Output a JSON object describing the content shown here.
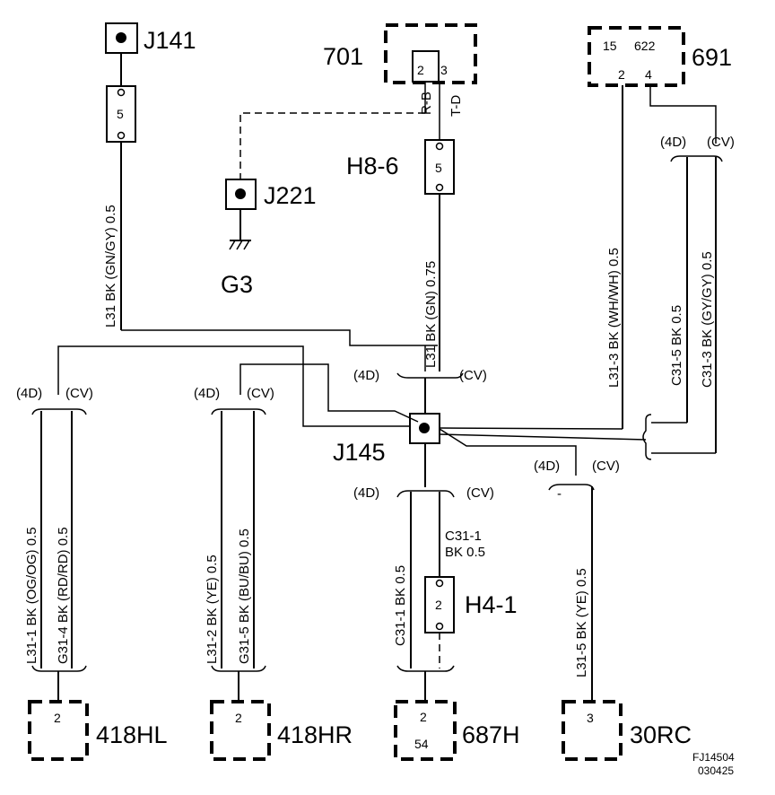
{
  "components": {
    "j141": "J141",
    "c701": "701",
    "c691": "691",
    "h8_6": "H8-6",
    "j221": "J221",
    "g3": "G3",
    "j145": "J145",
    "h4_1": "H4-1",
    "c418hl": "418HL",
    "c418hr": "418HR",
    "c687h": "687H",
    "c30rc": "30RC"
  },
  "pins": {
    "c701_a": "2",
    "c701_b": "3",
    "c691_a": "15",
    "c691_b": "622",
    "c691_c": "2",
    "c691_d": "4",
    "fuse_j141": "5",
    "fuse_h8_6": "5",
    "fuse_h4_1": "2",
    "c418hl": "2",
    "c418hr": "2",
    "c687h_a": "2",
    "c687h_b": "54",
    "c30rc": "3"
  },
  "variants": {
    "d4": "(4D)",
    "cv": "(CV)"
  },
  "wires": {
    "l31_gngy": "L31 BK (GN/GY) 0.5",
    "rb": "R-B",
    "td": "T-D",
    "l31_gn": "L31 BK (GN) 0.75",
    "l31_3": "L31-3  BK  (WH/WH)  0.5",
    "c31_5_top": "C31-5 BK  0.5",
    "c31_3": "C31-3 BK  (GY/GY)  0.5",
    "l31_1": "L31-1 BK (OG/OG) 0.5",
    "g31_4": "G31-4 BK (RD/RD) 0.5",
    "l31_2": "L31-2 BK (YE) 0.5",
    "g31_5": "G31-5 BK (BU/BU) 0.5",
    "c31_1_vert": "C31-1  BK  0.5",
    "c31_1_a": "C31-1",
    "c31_1_b": "BK     0.5",
    "l31_5": "L31-5  BK (YE) 0.5",
    "dash_mark": "-"
  },
  "footer": {
    "code": "FJ14504",
    "date": "030425"
  }
}
